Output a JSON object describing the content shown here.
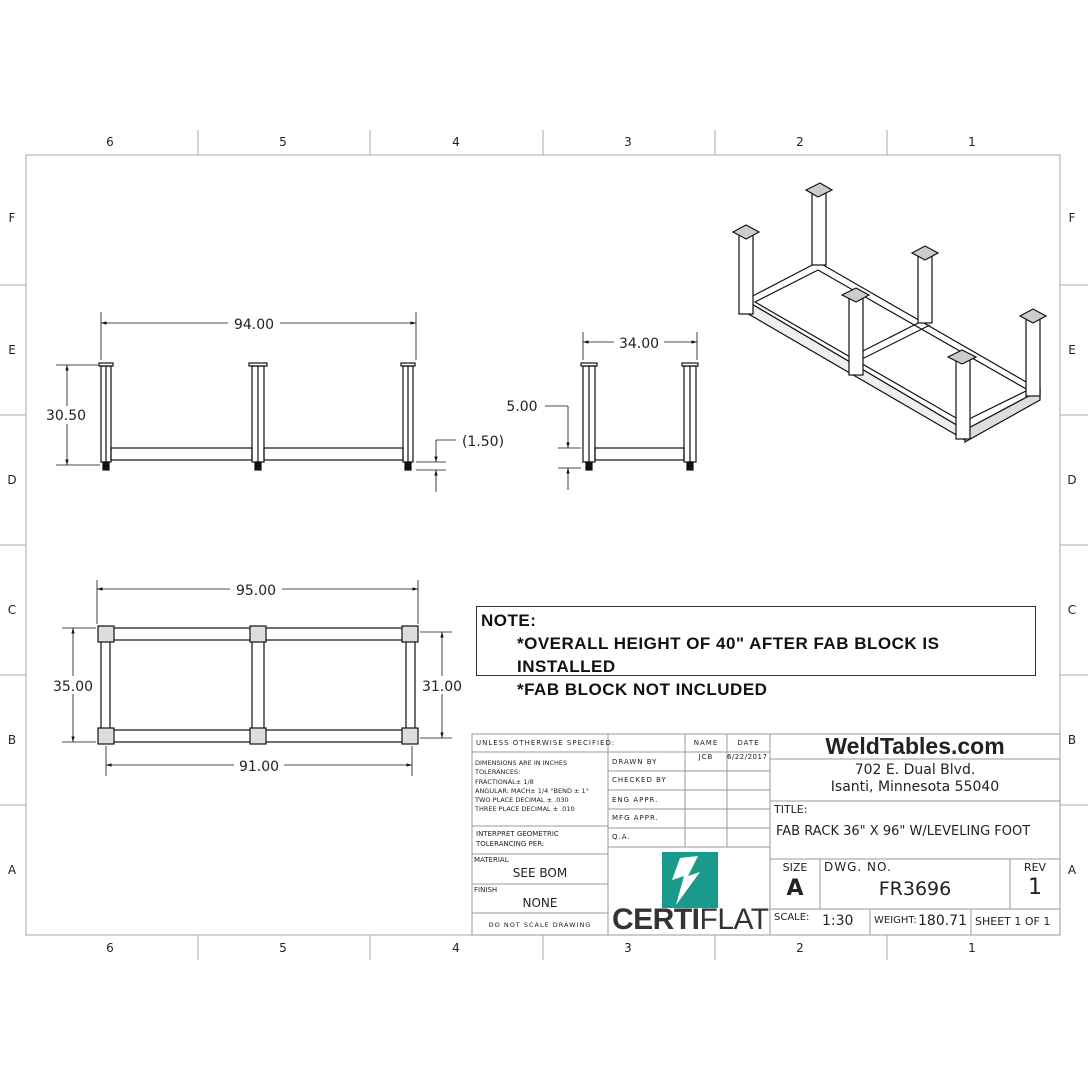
{
  "zones": {
    "columns": [
      "6",
      "5",
      "4",
      "3",
      "2",
      "1"
    ],
    "rows": [
      "F",
      "E",
      "D",
      "C",
      "B",
      "A"
    ]
  },
  "front_view": {
    "width": "94.00",
    "height": "30.50",
    "foot": "(1.50)"
  },
  "side_view": {
    "width": "34.00",
    "rail_height": "5.00"
  },
  "top_view": {
    "outer_length": "95.00",
    "inner_length": "91.00",
    "outer_width": "35.00",
    "inner_width": "31.00"
  },
  "note": {
    "heading": "NOTE:",
    "lines": [
      "*OVERALL HEIGHT OF 40\"  AFTER FAB BLOCK IS INSTALLED",
      "*FAB BLOCK NOT INCLUDED"
    ]
  },
  "title_block": {
    "unless": "UNLESS OTHERWISE SPECIFIED:",
    "tolerances": [
      "DIMENSIONS ARE IN INCHES",
      "TOLERANCES:",
      "FRACTIONAL± 1/8",
      "ANGULAR: MACH± 1/4 °BEND ± 1°",
      "TWO PLACE DECIMAL    ± .030",
      "THREE PLACE DECIMAL   ± .010"
    ],
    "interpret": [
      "INTERPRET GEOMETRIC",
      "TOLERANCING PER:"
    ],
    "material_label": "MATERIAL",
    "material": "SEE BOM",
    "finish_label": "FINISH",
    "finish": "NONE",
    "do_not_scale": "DO NOT SCALE DRAWING",
    "name_header": "NAME",
    "date_header": "DATE",
    "roles": [
      "DRAWN BY",
      "CHECKED BY",
      "ENG APPR.",
      "MFG APPR.",
      "Q.A."
    ],
    "drawn_by_name": "JCB",
    "drawn_by_date": "6/22/2017",
    "logo_text_bold": "CERTI",
    "logo_text_light": "FLAT",
    "logo_color": "#1a9a8a",
    "company": "WeldTables.com",
    "address1": "702 E. Dual Blvd.",
    "address2": "Isanti, Minnesota 55040",
    "title_label": "TITLE:",
    "title": "FAB RACK 36\" X 96\" W/LEVELING FOOT",
    "size_label": "SIZE",
    "size": "A",
    "dwg_label": "DWG.  NO.",
    "dwg_no": "FR3696",
    "rev_label": "REV",
    "rev": "1",
    "scale_label": "SCALE:",
    "scale": "1:30",
    "weight_label": "WEIGHT:",
    "weight": "180.71",
    "sheet": "SHEET 1 OF 1"
  }
}
